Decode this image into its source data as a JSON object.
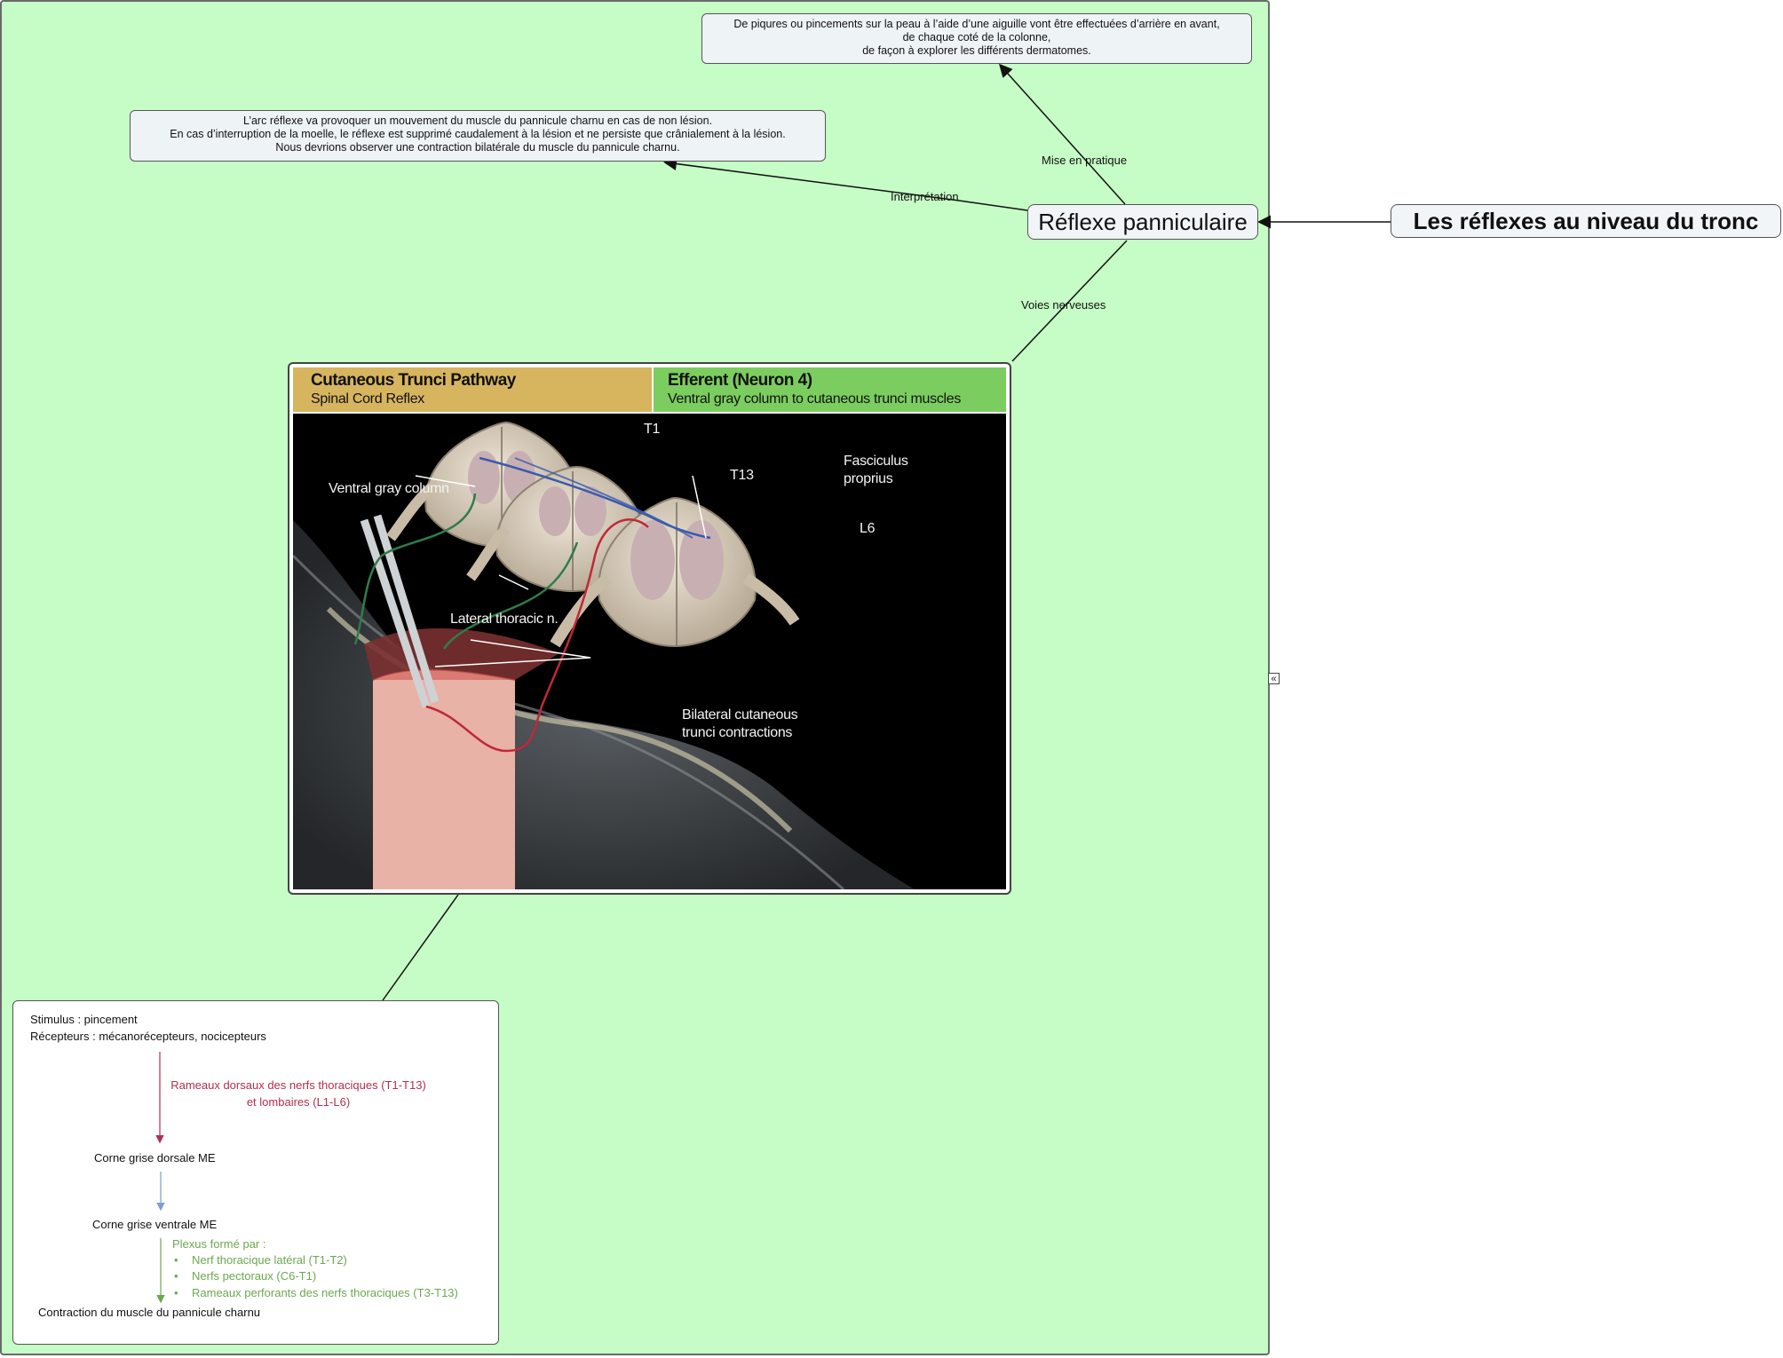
{
  "mindmap": {
    "root": "Les réflexes au niveau du tronc",
    "central": "Réflexe panniculaire",
    "edges": {
      "practice": "Mise en pratique",
      "interpretation": "Interprétation",
      "pathways": "Voies nerveuses"
    },
    "practice_note": [
      "De piqures ou pincements sur la peau à l’aide d’une aiguille vont être effectuées d’arrière en avant,",
      "de chaque coté de la colonne,",
      "de façon à explorer les différents dermatomes."
    ],
    "interpretation_note": [
      "L’arc réflexe va provoquer un mouvement du muscle du pannicule charnu en cas de non lésion.",
      "En cas d’interruption de la moelle, le réflexe est supprimé caudalement à la lésion et ne persiste que crânialement à la lésion.",
      "Nous devrions observer une contraction bilatérale du muscle du pannicule charnu."
    ],
    "collapse_glyph": "«"
  },
  "figure": {
    "left_title": "Cutaneous Trunci Pathway",
    "left_subtitle": "Spinal Cord Reflex",
    "right_title": "Efferent (Neuron 4)",
    "right_subtitle": "Ventral gray column to cutaneous trunci muscles",
    "labels": {
      "t1": "T1",
      "t13": "T13",
      "l6": "L6",
      "ventral_gray_column": "Ventral gray column",
      "fasciculus_line1": "Fasciculus",
      "fasciculus_line2": "proprius",
      "lateral_thoracic": "Lateral thoracic n.",
      "bilateral_line1": "Bilateral cutaneous",
      "bilateral_line2": "trunci contractions"
    },
    "colors": {
      "afferent": "#c0283a",
      "efferent": "#2e7d4a",
      "interneuron": "#3a5ab0"
    }
  },
  "pathway_box": {
    "stimulus": "Stimulus : pincement",
    "receptors": "Récepteurs : mécanorécepteurs, nocicepteurs",
    "afferent_line1": "Rameaux dorsaux des nerfs thoraciques (T1-T13)",
    "afferent_line2": "et lombaires (L1-L6)",
    "dorsal_horn": "Corne grise dorsale ME",
    "ventral_horn": "Corne grise ventrale ME",
    "plexus_intro": "Plexus formé par :",
    "plexus_items": [
      "Nerf thoracique latéral (T1-T2)",
      "Nerfs pectoraux (C6-T1)",
      "Rameaux perforants des nerfs thoraciques (T3-T13)"
    ],
    "result": "Contraction du muscle du pannicule charnu",
    "colors": {
      "afferent": "#b03050",
      "relay": "#7aa0c8",
      "efferent": "#6aa84f"
    }
  }
}
